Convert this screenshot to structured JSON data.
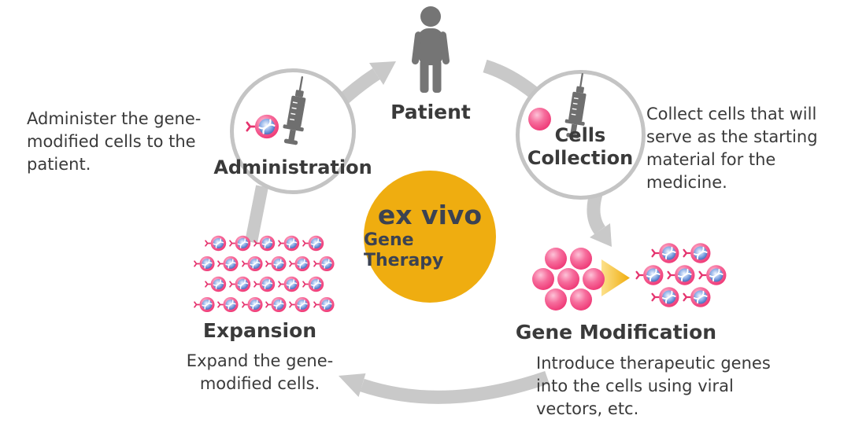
{
  "center": {
    "line1": "ex vivo",
    "line2": "Gene Therapy"
  },
  "patient": {
    "label": "Patient"
  },
  "administration": {
    "label": "Administration",
    "description": "Administer the gene-modified cells to the patient."
  },
  "cells_collection": {
    "label": "Cells Collection",
    "description": "Collect cells that will serve as the starting material for the medicine."
  },
  "gene_modification": {
    "label": "Gene Modification",
    "description": "Introduce therapeutic genes into the cells using viral vectors, etc."
  },
  "expansion": {
    "label": "Expansion",
    "description": "Expand the gene-modified cells."
  },
  "cells": {
    "plain_cluster_rows": [
      2,
      3,
      2
    ],
    "modified_cluster_rows": [
      2,
      3,
      2
    ],
    "expansion_rows": [
      5,
      6,
      5,
      6
    ]
  },
  "icons": [
    "patient-icon",
    "syringe-icon",
    "plain-cell-icon",
    "modified-cell-icon",
    "cycle-arrow-icon",
    "transform-triangle-icon"
  ],
  "colors": {
    "accent_gold": "#EFAD10",
    "cell_pink": "#EE3372",
    "cell_core_blue": "#2B57B0",
    "arrow_gray": "#C9C9C9",
    "icon_gray": "#757575",
    "circle_border_gray": "#C4C4C4",
    "text_dark": "#3A3A3A",
    "center_text": "#3B4252"
  }
}
